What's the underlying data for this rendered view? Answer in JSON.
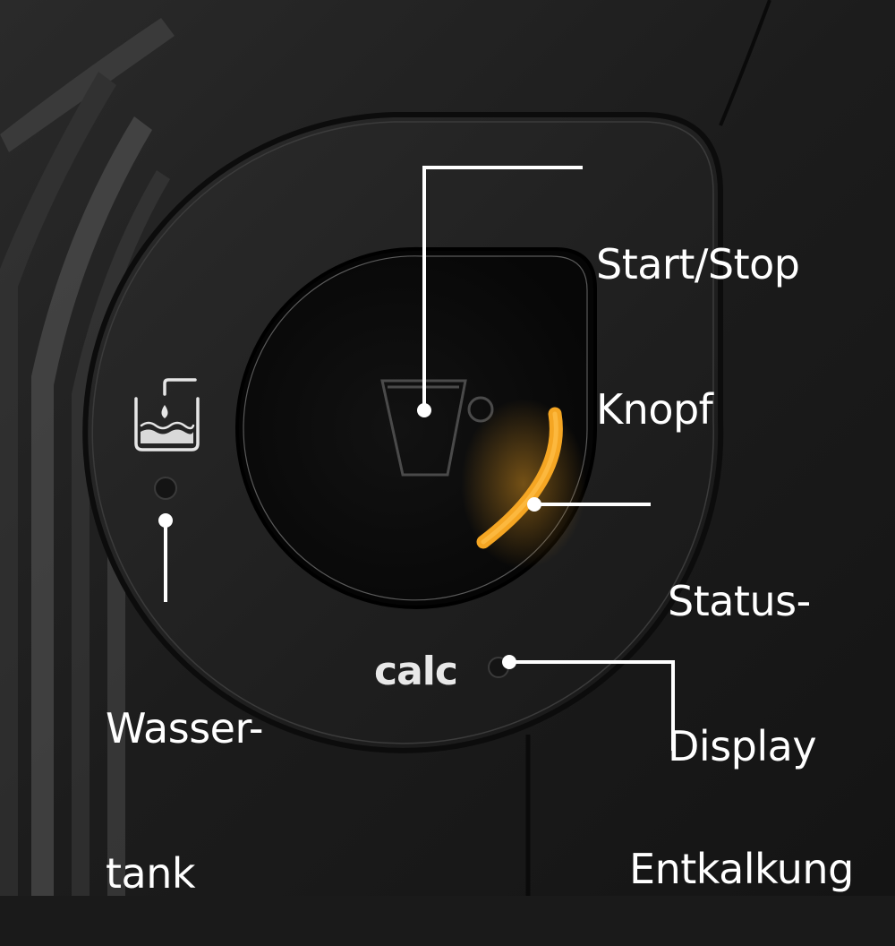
{
  "labels": {
    "start_stop": {
      "line1": "Start/Stop",
      "line2": "Knopf"
    },
    "status_display": {
      "line1": "Status-",
      "line2": "Display"
    },
    "water_tank": {
      "line1": "Wasser-",
      "line2": "tank"
    },
    "descaling": {
      "line1": "Entkalkung"
    }
  },
  "panel": {
    "calc_label": "calc",
    "icons": {
      "water_tank": "water-tank-refill-icon",
      "coffee_cup": "coffee-cup-icon"
    }
  },
  "colors": {
    "background": "#1a1a1a",
    "panel": "#1f1f1f",
    "button": "#0b0b0b",
    "status_light": "#f5a623",
    "callout": "#ffffff"
  }
}
